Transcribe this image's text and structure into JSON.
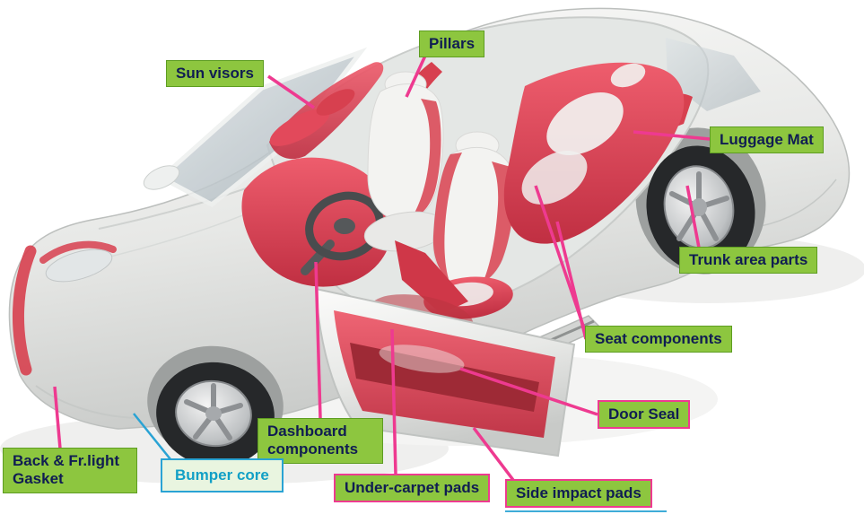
{
  "diagram": {
    "labels": {
      "sun_visors": "Sun visors",
      "pillars": "Pillars",
      "luggage_mat": "Luggage Mat",
      "trunk_area_parts": "Trunk area parts",
      "seat_components": "Seat components",
      "door_seal": "Door Seal",
      "dashboard_components": "Dashboard components",
      "back_fr_light_gasket": "Back & Fr.light Gasket",
      "bumper_core": "Bumper core",
      "under_carpet_pads": "Under-carpet pads",
      "side_impact_pads": "Side impact pads"
    },
    "colors": {
      "label_bg": "#8dc63f",
      "label_border": "#5e9d22",
      "label_text": "#101d52",
      "leader_pink": "#ee3a90",
      "leader_blue": "#2aa3d4",
      "bumper_core_text": "#12a0c6",
      "bumper_core_bg": "#e9f5e0",
      "car_red": "#d7404f",
      "car_body": "#e6e7e5"
    }
  }
}
